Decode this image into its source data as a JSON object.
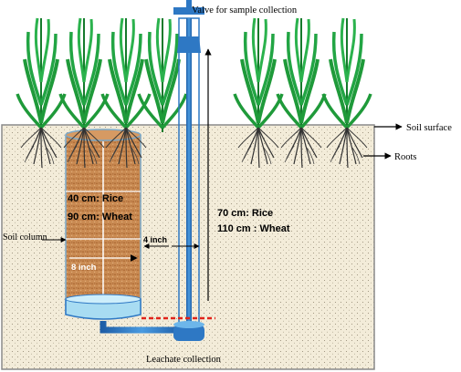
{
  "labels": {
    "valve": "Valve for sample collection",
    "soil_surface": "Soil surface",
    "roots": "Roots",
    "column_depth_rice": "40 cm: Rice",
    "column_depth_wheat": "90 cm: Wheat",
    "soil_column": "Soil column",
    "gap": "4 inch",
    "column_width": "8 inch",
    "pipe_depth_rice": "70 cm: Rice",
    "pipe_depth_wheat": "110 cm : Wheat",
    "leachate": "Leachate collection"
  },
  "colors": {
    "soil_bg": "#f3ecd9",
    "column_soil": "#c9874f",
    "pipe": "#2e78c4",
    "pipe_light": "#9fd3ef",
    "leaf": "#1f9a3a",
    "root": "#333333",
    "dashed_line": "#e0231a"
  },
  "icons": [
    "rice-plant-icon",
    "root-cluster-icon",
    "valve-icon",
    "arrow-icon"
  ]
}
